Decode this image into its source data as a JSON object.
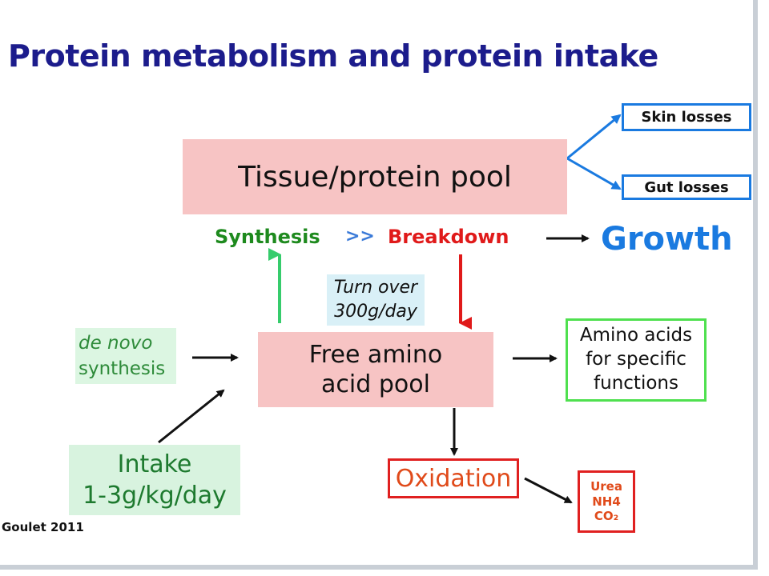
{
  "title": "Protein metabolism and protein intake",
  "nodes": {
    "tissue_pool": "Tissue/protein pool",
    "skin_losses": "Skin losses",
    "gut_losses": "Gut losses",
    "synthesis": "Synthesis",
    "much_greater": ">>",
    "breakdown": "Breakdown",
    "growth": "Growth",
    "turnover": [
      "Turn over",
      "300g/day"
    ],
    "free_amino_acid_pool": [
      "Free amino",
      "acid pool"
    ],
    "de_novo": [
      "de novo",
      "synthesis"
    ],
    "amino_acids_functions": [
      "Amino acids",
      "for specific",
      "functions"
    ],
    "intake": [
      "Intake",
      "1-3g/kg/day"
    ],
    "oxidation": "Oxidation",
    "urea_products": [
      "Urea",
      "NH4",
      "CO₂"
    ]
  },
  "source": "Goulet 2011",
  "colors": {
    "title": "#1c1c8c",
    "pink_box": "#f7c4c4",
    "synthesis": "#1e8a1e",
    "breakdown": "#e01a1a",
    "growth": "#1a7ae0",
    "loss_border": "#1a7ae0",
    "amino_border": "#4fe04f",
    "oxidation": "#e04a1a"
  }
}
